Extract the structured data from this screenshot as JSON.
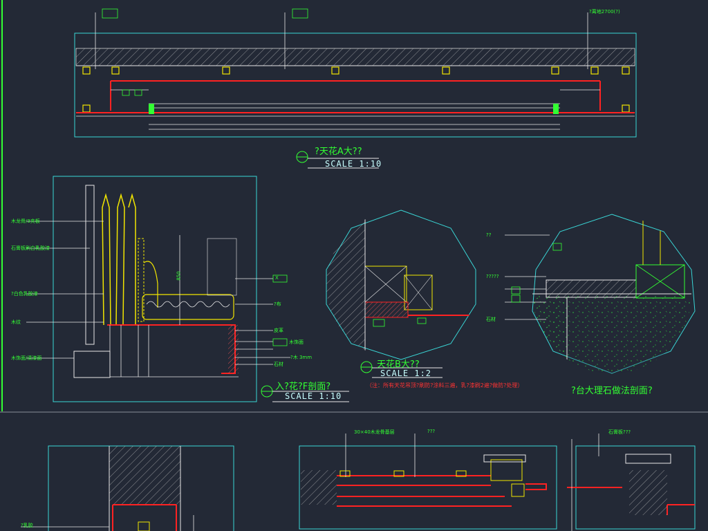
{
  "views": {
    "view1": {
      "title": "?天花A大??",
      "scale": "SCALE  1:10"
    },
    "view2": {
      "title": "入?花?F剖面?",
      "scale": "SCALE  1:10"
    },
    "view3": {
      "title": "天花B大??",
      "scale": "SCALE  1:2",
      "note": "（注：所有天花吊顶?刷防?涂料三遍，乳?漆刷2遍?做防?处理）"
    },
    "view4": {
      "title": "?台大理石做法剖面?"
    }
  },
  "labels": {
    "top_right": "?离地2700(?)",
    "sec_left_1": "木龙骨/3夹板",
    "sec_left_2": "石膏板刷白乳胶漆",
    "sec_left_3": "?白色乳胶漆",
    "sec_left_4": "木纹",
    "sec_left_5": "木饰面/清漆面",
    "sec_right_1": "X",
    "sec_right_2": "?布",
    "sec_right_3": "皮革",
    "sec_right_4": "木饰面",
    "sec_right_5": "?木 3mm",
    "sec_right_6": "石材",
    "dim_850": "850",
    "marble_1": "??",
    "marble_2": "?????",
    "marble_3": "石材",
    "bottom_1": "30×40木龙骨基层",
    "bottom_2": "???",
    "bottom_3": "石膏板???",
    "bottom_left": "?乳胶"
  },
  "colors": {
    "background": "#232936",
    "frame": "#3ad6d6",
    "line_white": "#e8e8e8",
    "line_yellow": "#f2e600",
    "line_red": "#ff2222",
    "line_green": "#33ff33",
    "grass": "#2ecc40"
  }
}
